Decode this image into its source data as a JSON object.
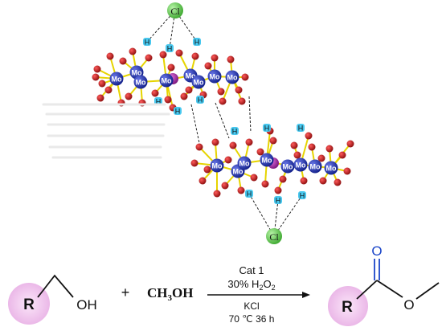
{
  "top_structure": {
    "chloride_top": "Cl",
    "chloride_bottom": "Cl",
    "mo_label": "Mo",
    "h_label": "H"
  },
  "reaction": {
    "reactant1": {
      "r_group": "R",
      "oh": "OH"
    },
    "plus": "+",
    "reactant2": {
      "text": "CH",
      "sub": "3",
      "tail": "OH"
    },
    "conditions_above": {
      "line1": "Cat 1",
      "line2_pct": "30%",
      "line2_reagent": "H",
      "line2_sub1": "2",
      "line2_o": "O",
      "line2_sub2": "2"
    },
    "conditions_below": {
      "line1": "KCl",
      "line2_temp": "70 ℃",
      "line2_time": "36 h"
    },
    "product": {
      "r_group": "R",
      "carbonyl_o": "O",
      "ester_o": "O"
    }
  },
  "colors": {
    "mo": "#1f2fa8",
    "metal_center": "#a0269f",
    "oxygen": "#c01515",
    "hydrogen": "#48c8ef",
    "chloride": "#5fd24b",
    "bond": "#e6d400",
    "r_highlight": "#f2c7ef",
    "carbonyl": "#1a45c8"
  }
}
